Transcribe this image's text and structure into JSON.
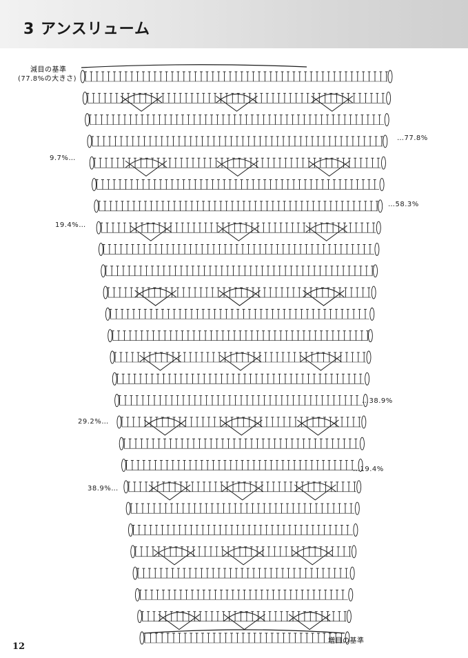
{
  "header": {
    "title": "3 アンスリューム"
  },
  "labels": {
    "decrease_base_line1": "減目の基準",
    "decrease_base_line2": "(77.8%の大きさ)",
    "increase_base": "増目の基準",
    "left_9_7": "9.7%…",
    "left_19_4": "19.4%…",
    "left_29_2": "29.2%…",
    "left_38_9": "38.9%…",
    "right_77_8": "…77.8%",
    "right_58_3": "…58.3%",
    "right_38_9": "…38.9%",
    "right_19_4": "…19.4%"
  },
  "page_number": "12",
  "colors": {
    "ink": "#1a1a1a",
    "header_bg": "#dcdcdc"
  }
}
